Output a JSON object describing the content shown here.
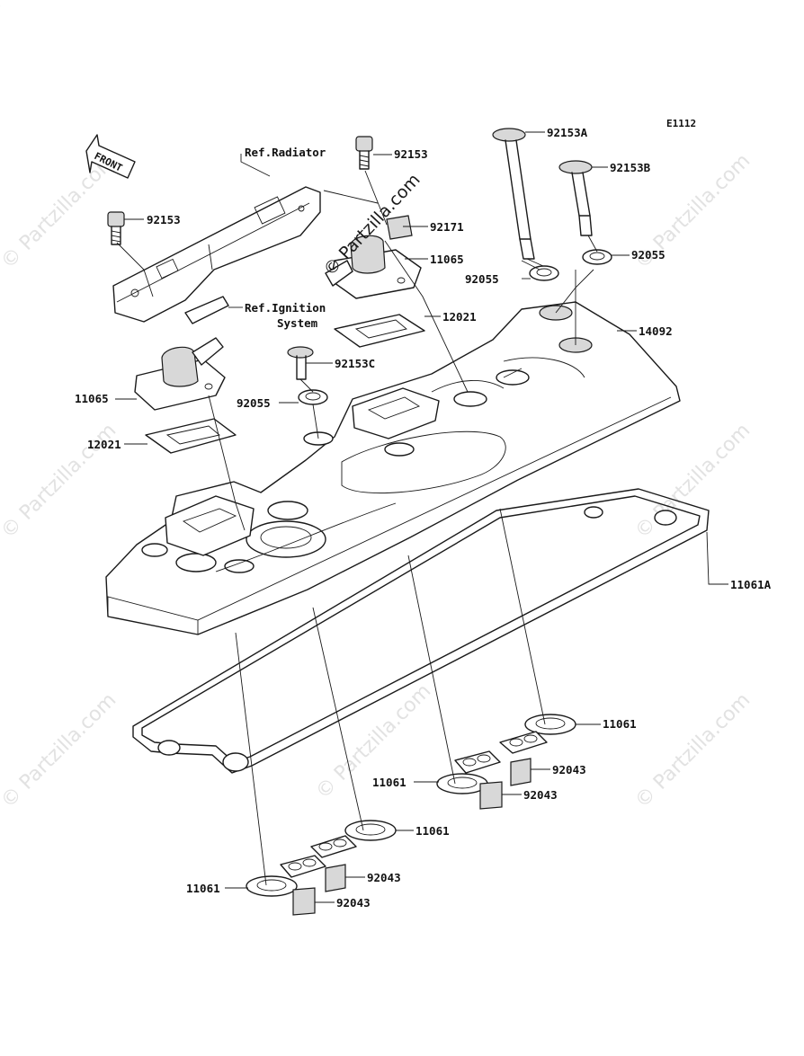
{
  "diagram_code": "E1112",
  "front_label": "FRONT",
  "watermark": "© Partzilla.com",
  "callouts": {
    "ref_radiator": "Ref.Radiator",
    "ref_ignition_line1": "Ref.Ignition",
    "ref_ignition_line2": "System",
    "p92153_top": "92153",
    "p92153_left": "92153",
    "p92153A": "92153A",
    "p92153B": "92153B",
    "p92153C": "92153C",
    "p92171": "92171",
    "p11065_right": "11065",
    "p11065_left": "11065",
    "p92055_mid": "92055",
    "p92055_right": "92055",
    "p92055_left": "92055",
    "p12021_right": "12021",
    "p12021_left": "12021",
    "p14092": "14092",
    "p11061A": "11061A",
    "p11061_r1": "11061",
    "p11061_r2": "11061",
    "p11061_r3": "11061",
    "p11061_r4": "11061",
    "p92043_a": "92043",
    "p92043_b": "92043",
    "p92043_c": "92043",
    "p92043_d": "92043"
  }
}
